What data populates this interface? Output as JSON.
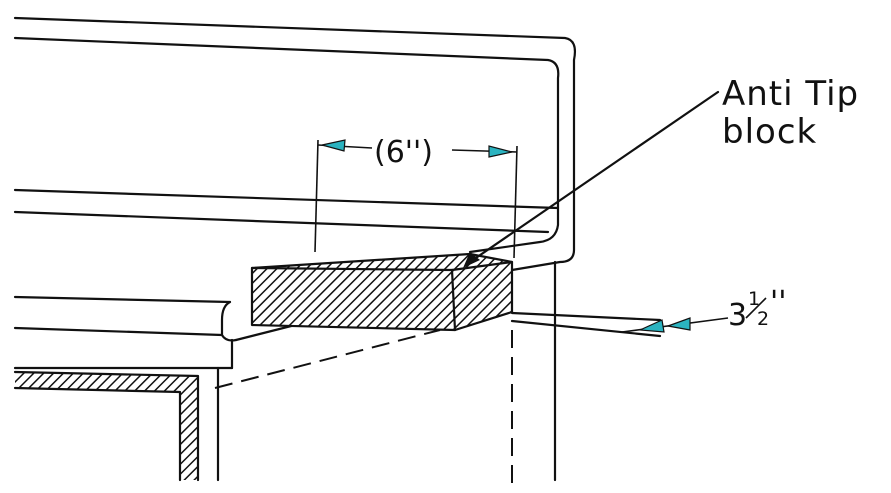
{
  "callout": {
    "line1": "Anti Tip",
    "line2": "block"
  },
  "dimensions": {
    "block_width": "(6'')",
    "offset_whole": "3",
    "offset_numerator": "1",
    "offset_denominator": "2",
    "offset_unit": "''"
  },
  "colors": {
    "line": "#111111",
    "arrow_fill": "#2bb3c0",
    "background": "#ffffff"
  },
  "icons": {
    "arrowhead": "filled-teal-arrowhead"
  }
}
